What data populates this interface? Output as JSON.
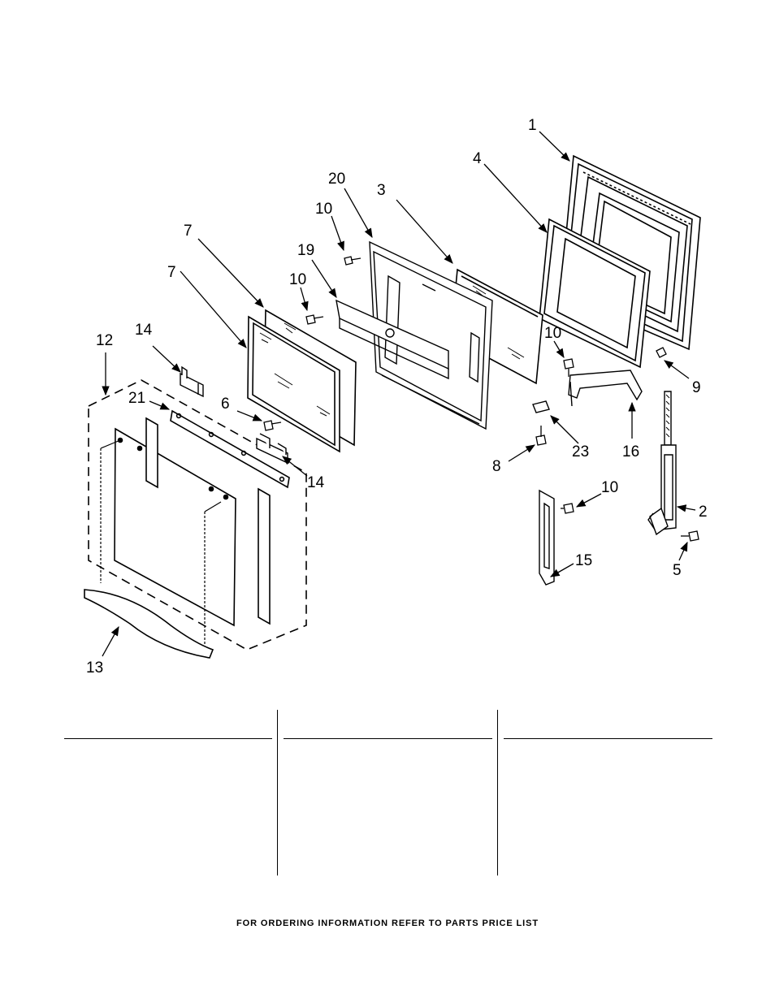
{
  "diagram": {
    "callouts": {
      "c1": "1",
      "c4": "4",
      "c20": "20",
      "c3": "3",
      "c10a": "10",
      "c19": "19",
      "c10b": "10",
      "c7a": "7",
      "c7b": "7",
      "c12": "12",
      "c14a": "14",
      "c21": "21",
      "c6": "6",
      "c14b": "14",
      "c10c": "10",
      "c9": "9",
      "c23": "23",
      "c8": "8",
      "c16": "16",
      "c10d": "10",
      "c2": "2",
      "c15": "15",
      "c5": "5",
      "c13": "13"
    }
  },
  "footer": {
    "text": "FOR ORDERING INFORMATION REFER TO PARTS PRICE LIST"
  }
}
